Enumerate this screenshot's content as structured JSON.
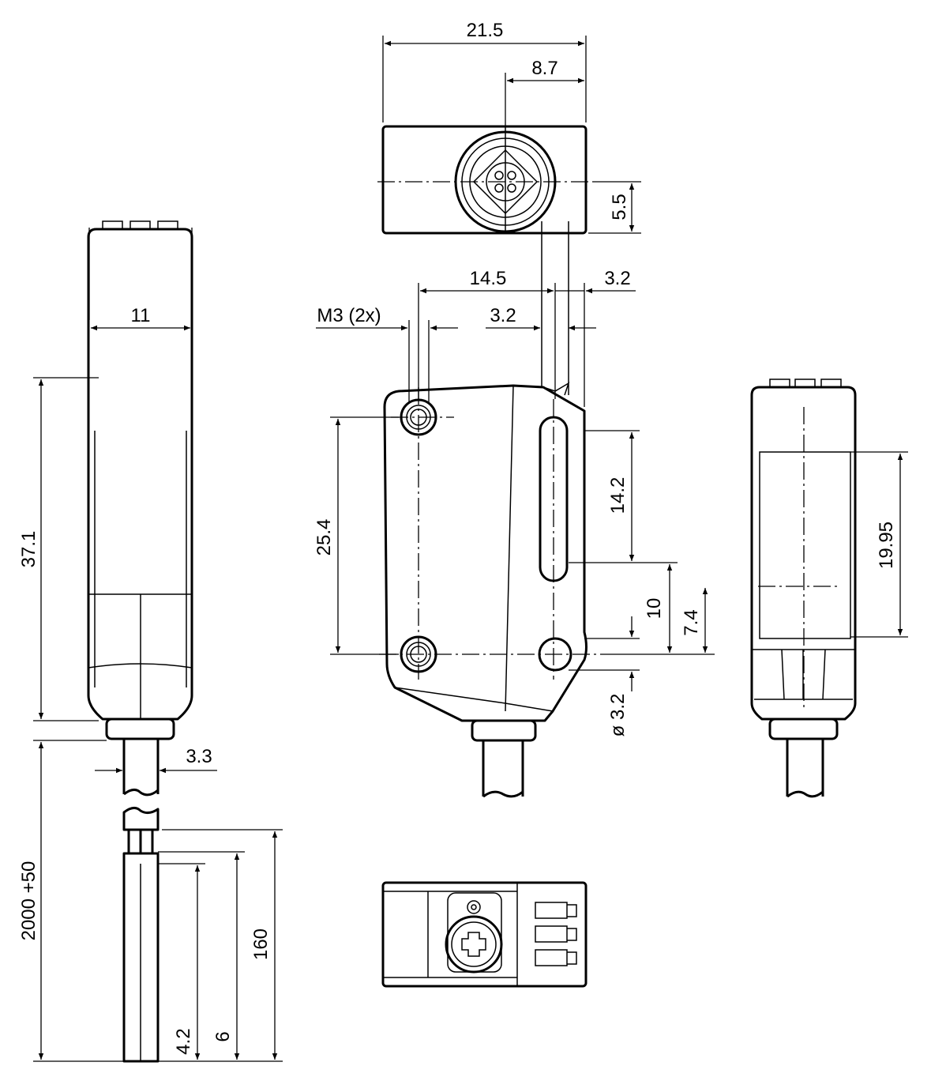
{
  "drawing": {
    "top_view": {
      "width": "21.5",
      "connector_offset": "8.7",
      "center_height": "5.5"
    },
    "front_view": {
      "hole_spacing_horizontal": "14.5",
      "edge_offset": "3.2",
      "thread": "M3 (2x)",
      "slot_width": "3.2",
      "hole_spacing_vertical": "25.4",
      "slot_length": "14.2",
      "slot_to_hole": "10",
      "optical_axis": "7.4",
      "hole_diameter": "ø 3.2"
    },
    "side_view": {
      "width": "11",
      "height": "37.1",
      "cable_diameter": "3.3",
      "cable_length": "2000 +50",
      "strip_length": "160",
      "wire_end": "6",
      "wire_strip": "4.2"
    },
    "rear_view": {
      "window_height": "19.95"
    }
  }
}
